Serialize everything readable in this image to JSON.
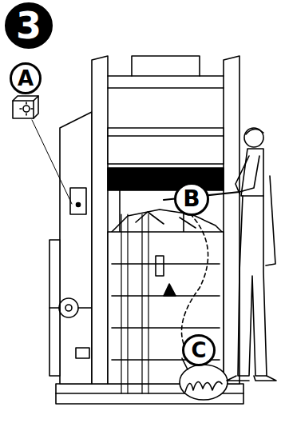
{
  "diagram": {
    "nodes": [
      {
        "text": [
          "3"
        ]
      },
      {
        "text": [
          "A"
        ]
      },
      {
        "text": [
          "B"
        ]
      },
      {
        "text": [
          "C"
        ]
      }
    ]
  }
}
